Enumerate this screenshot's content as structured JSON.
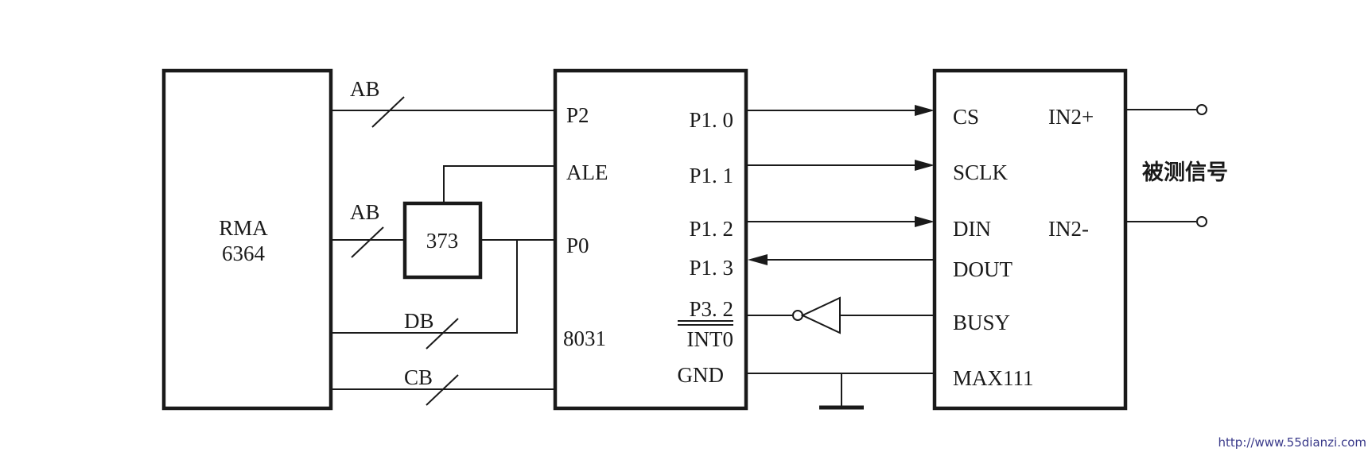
{
  "blocks": {
    "ram": {
      "line1": "RMA",
      "line2": "6364"
    },
    "latch": {
      "label": "373"
    },
    "mcu": {
      "pins_left": {
        "p2": "P2",
        "ale": "ALE",
        "p0": "P0"
      },
      "chip": "8031",
      "pins_right": {
        "p10": "P1. 0",
        "p11": "P1. 1",
        "p12": "P1. 2",
        "p13": "P1. 3",
        "p32": "P3. 2",
        "int0": "INT0",
        "gnd": "GND"
      }
    },
    "adc": {
      "pins_left": {
        "cs": "CS",
        "sclk": "SCLK",
        "din": "DIN",
        "dout": "DOUT",
        "busy": "BUSY"
      },
      "chip": "MAX111",
      "pins_right": {
        "in_plus": "IN2+",
        "in_minus": "IN2-"
      }
    }
  },
  "buses": {
    "ab_top": "AB",
    "ab_mid": "AB",
    "db": "DB",
    "cb": "CB"
  },
  "signal_label": "被测信号",
  "watermark": "http://www.55dianzi.com"
}
